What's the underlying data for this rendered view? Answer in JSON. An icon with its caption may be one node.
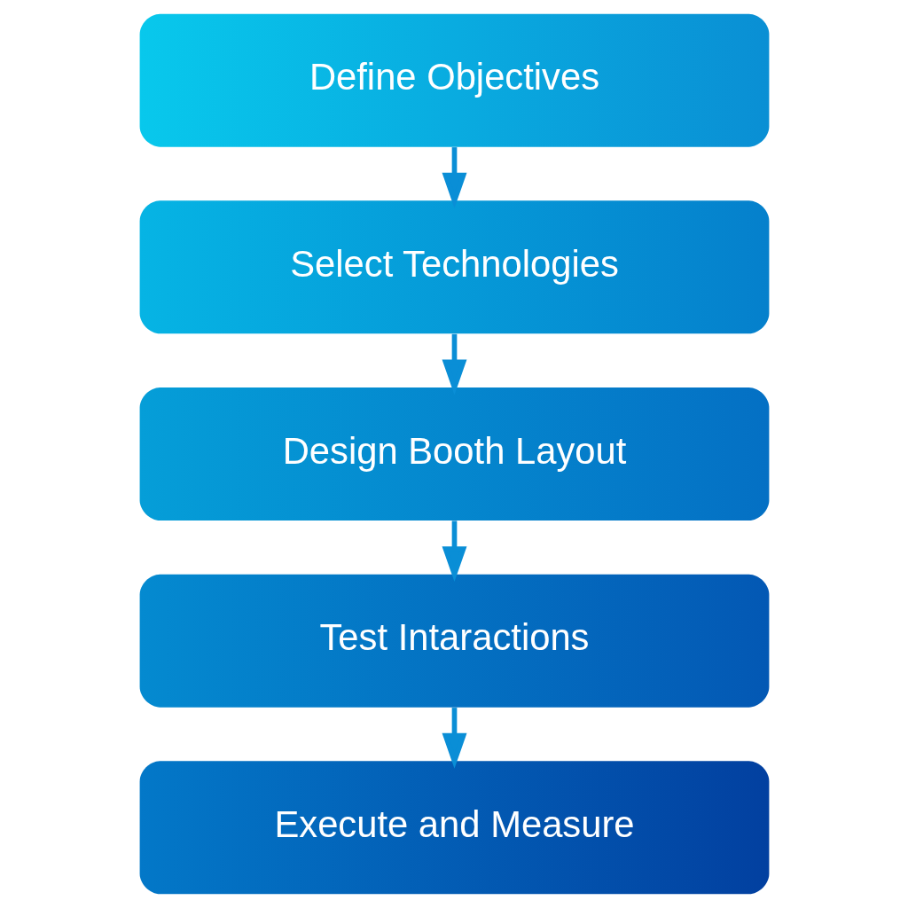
{
  "diagram": {
    "nodes": [
      {
        "text": [
          "Define Objectives"
        ]
      },
      {
        "text": [
          "Select Technologies"
        ]
      },
      {
        "text": [
          "Design Booth Layout"
        ]
      },
      {
        "text": [
          "Test Intaractions"
        ]
      },
      {
        "text": [
          "Execute and Measure"
        ]
      }
    ],
    "edges": [
      {
        "from": 0,
        "to": 1,
        "arrow": "to"
      },
      {
        "from": 1,
        "to": 2,
        "arrow": "to"
      },
      {
        "from": 2,
        "to": 3,
        "arrow": "to"
      },
      {
        "from": 3,
        "to": 4,
        "arrow": "to"
      }
    ]
  }
}
